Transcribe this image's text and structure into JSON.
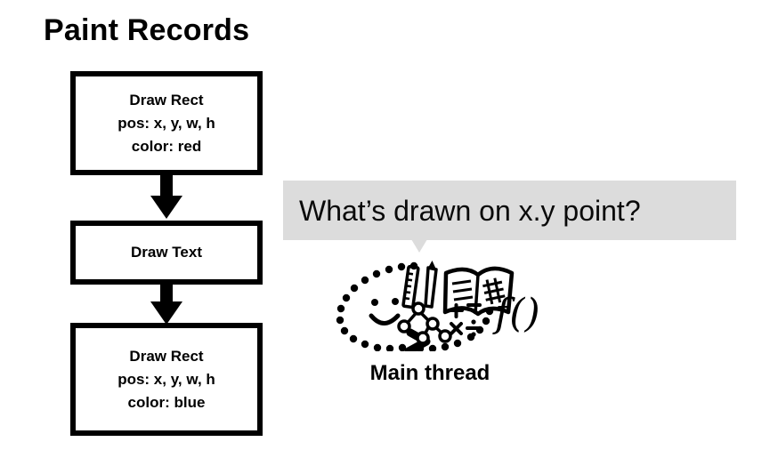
{
  "slide": {
    "title": "Paint Records",
    "background_color": "#ffffff",
    "ink_color": "#000000"
  },
  "paint_records": {
    "boxes": [
      {
        "name": "draw-rect-red",
        "lines": [
          "Draw Rect",
          "pos: x, y, w, h",
          "color: red"
        ]
      },
      {
        "name": "draw-text",
        "lines": [
          "Draw Text"
        ]
      },
      {
        "name": "draw-rect-blue",
        "lines": [
          "Draw Rect",
          "pos: x, y, w, h",
          "color: blue"
        ]
      }
    ],
    "arrow_icon": "arrow-down-icon"
  },
  "question": {
    "bubble_text": "What’s drawn on x.y point?",
    "bubble_color": "#dcdcdc",
    "tail_icon": "speech-tail-icon"
  },
  "actor": {
    "label": "Main thread",
    "doodle_icon": "thinking-cloud-icon",
    "doodle_elements": [
      "smiley-face-icon",
      "ruler-icon",
      "pencil-icon",
      "open-book-icon",
      "tree-graph-icon",
      "math-symbols-icon",
      "function-notation-icon",
      "chevron-arrow-icon"
    ],
    "math_symbols": [
      "+",
      "−",
      "×",
      "÷"
    ],
    "function_notation": "f()"
  }
}
